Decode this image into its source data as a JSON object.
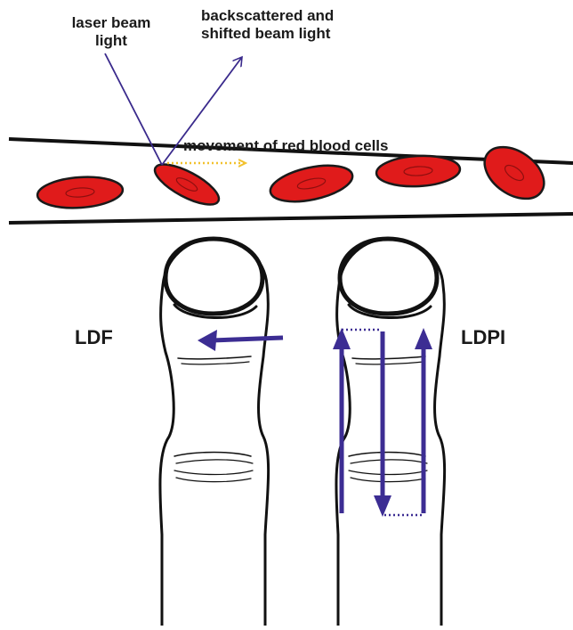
{
  "labels": {
    "laser_beam_line1": "laser beam",
    "laser_beam_line2": "light",
    "backscattered_line1": "backscattered and",
    "backscattered_line2": "shifted beam light",
    "movement": "movement of red blood cells",
    "ldf": "LDF",
    "ldpi": "LDPI"
  },
  "colors": {
    "beam": "#3a2a8c",
    "arrow": "#3c2d93",
    "rbc_fill": "#e01b1b",
    "rbc_outline": "#1a1a1a",
    "movement_arrow": "#f2c12e",
    "ink": "#111111"
  },
  "icons": {
    "red_blood_cell": "red-blood-cell-icon",
    "finger": "finger-icon"
  }
}
